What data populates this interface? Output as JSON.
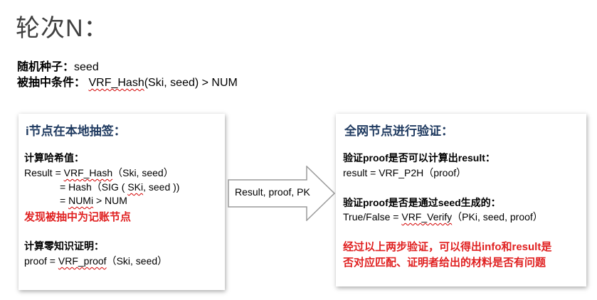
{
  "title": "轮次N：",
  "seed_line": {
    "label": "随机种子：",
    "value": "seed"
  },
  "cond_line": {
    "label": "被抽中条件：",
    "fn": "VRF_Hash",
    "rest": "(Ski, seed) > NUM"
  },
  "left_box": {
    "heading": "i节点在本地抽签：",
    "hash_title": "计算哈希值：",
    "l1_prefix": "Result = ",
    "l1_fn": "VRF_Hash",
    "l1_args": "（Ski, seed）",
    "l2_prefix": "= Hash（SIG ( ",
    "l2_sk": "SKi",
    "l2_rest": ", seed ))",
    "l3_prefix": "= ",
    "l3_var": "NUMi",
    "l3_rest": " > NUM",
    "red_note": "发现被抽中为记账节点",
    "zk_title": "计算零知识证明：",
    "zk_prefix": "proof = ",
    "zk_fn": "VRF_proof",
    "zk_args": "（Ski,  seed）"
  },
  "arrow_label": "Result, proof, PK",
  "right_box": {
    "heading": "全网节点进行验证：",
    "v1_title": "验证proof是否可以计算出result：",
    "v1_expr": "result = VRF_P2H（proof）",
    "v2_title": "验证proof是否是通过seed生成的：",
    "v2_prefix": "True/False = ",
    "v2_fn": "VRF_Verify",
    "v2_args": "（PKi,   seed,   proof）",
    "red_note_1": "经过以上两步验证，可以得出info和result是",
    "red_note_2": "否对应匹配、证明者给出的材料是否有问题"
  }
}
